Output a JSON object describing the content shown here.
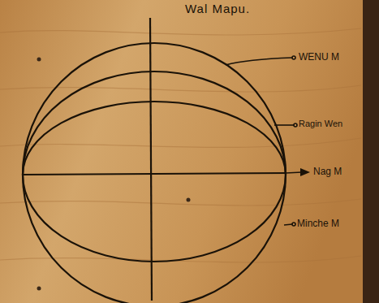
{
  "diagram": {
    "title": "Wal Mapu.",
    "labels": [
      "WENU M",
      "Ragin Wen",
      "Nag M",
      "Minche M"
    ]
  }
}
